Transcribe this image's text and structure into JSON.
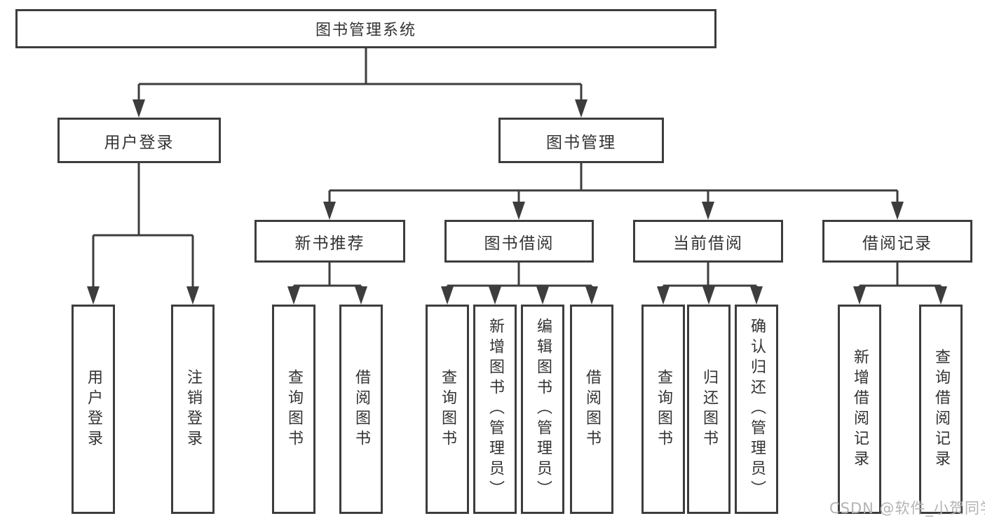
{
  "tree": {
    "label": "图书管理系统",
    "children": [
      {
        "label": "用户登录",
        "children": [
          {
            "label": "用户登录"
          },
          {
            "label": "注销登录"
          }
        ]
      },
      {
        "label": "图书管理",
        "children": [
          {
            "label": "新书推荐",
            "children": [
              {
                "label": "查询图书"
              },
              {
                "label": "借阅图书"
              }
            ]
          },
          {
            "label": "图书借阅",
            "children": [
              {
                "label": "查询图书"
              },
              {
                "label": "新增图书（管理员）"
              },
              {
                "label": "编辑图书（管理员）"
              },
              {
                "label": "借阅图书"
              }
            ]
          },
          {
            "label": "当前借阅",
            "children": [
              {
                "label": "查询图书"
              },
              {
                "label": "归还图书"
              },
              {
                "label": "确认归还（管理员）"
              }
            ]
          },
          {
            "label": "借阅记录",
            "children": [
              {
                "label": "新增借阅记录"
              },
              {
                "label": "查询借阅记录"
              }
            ]
          }
        ]
      }
    ]
  },
  "watermark": {
    "text": "CSDN @软件_小贺同学"
  },
  "colors": {
    "line": "#3d3d3d",
    "box_border": "#3d3d3d",
    "box_fill": "#ffffff",
    "text": "#333333",
    "watermark": "#b3b3b3"
  }
}
